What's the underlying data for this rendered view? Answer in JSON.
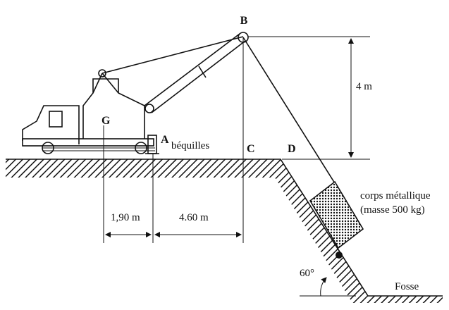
{
  "points": {
    "A": "A",
    "B": "B",
    "C": "C",
    "D": "D",
    "G": "G"
  },
  "labels": {
    "bequilles": "béquilles",
    "height": "4 m",
    "dist_left": "1,90 m",
    "dist_right": "4.60 m",
    "object_line1": "corps métallique",
    "object_line2": "(masse 500 kg)",
    "angle": "60°",
    "pit": "Fosse"
  }
}
